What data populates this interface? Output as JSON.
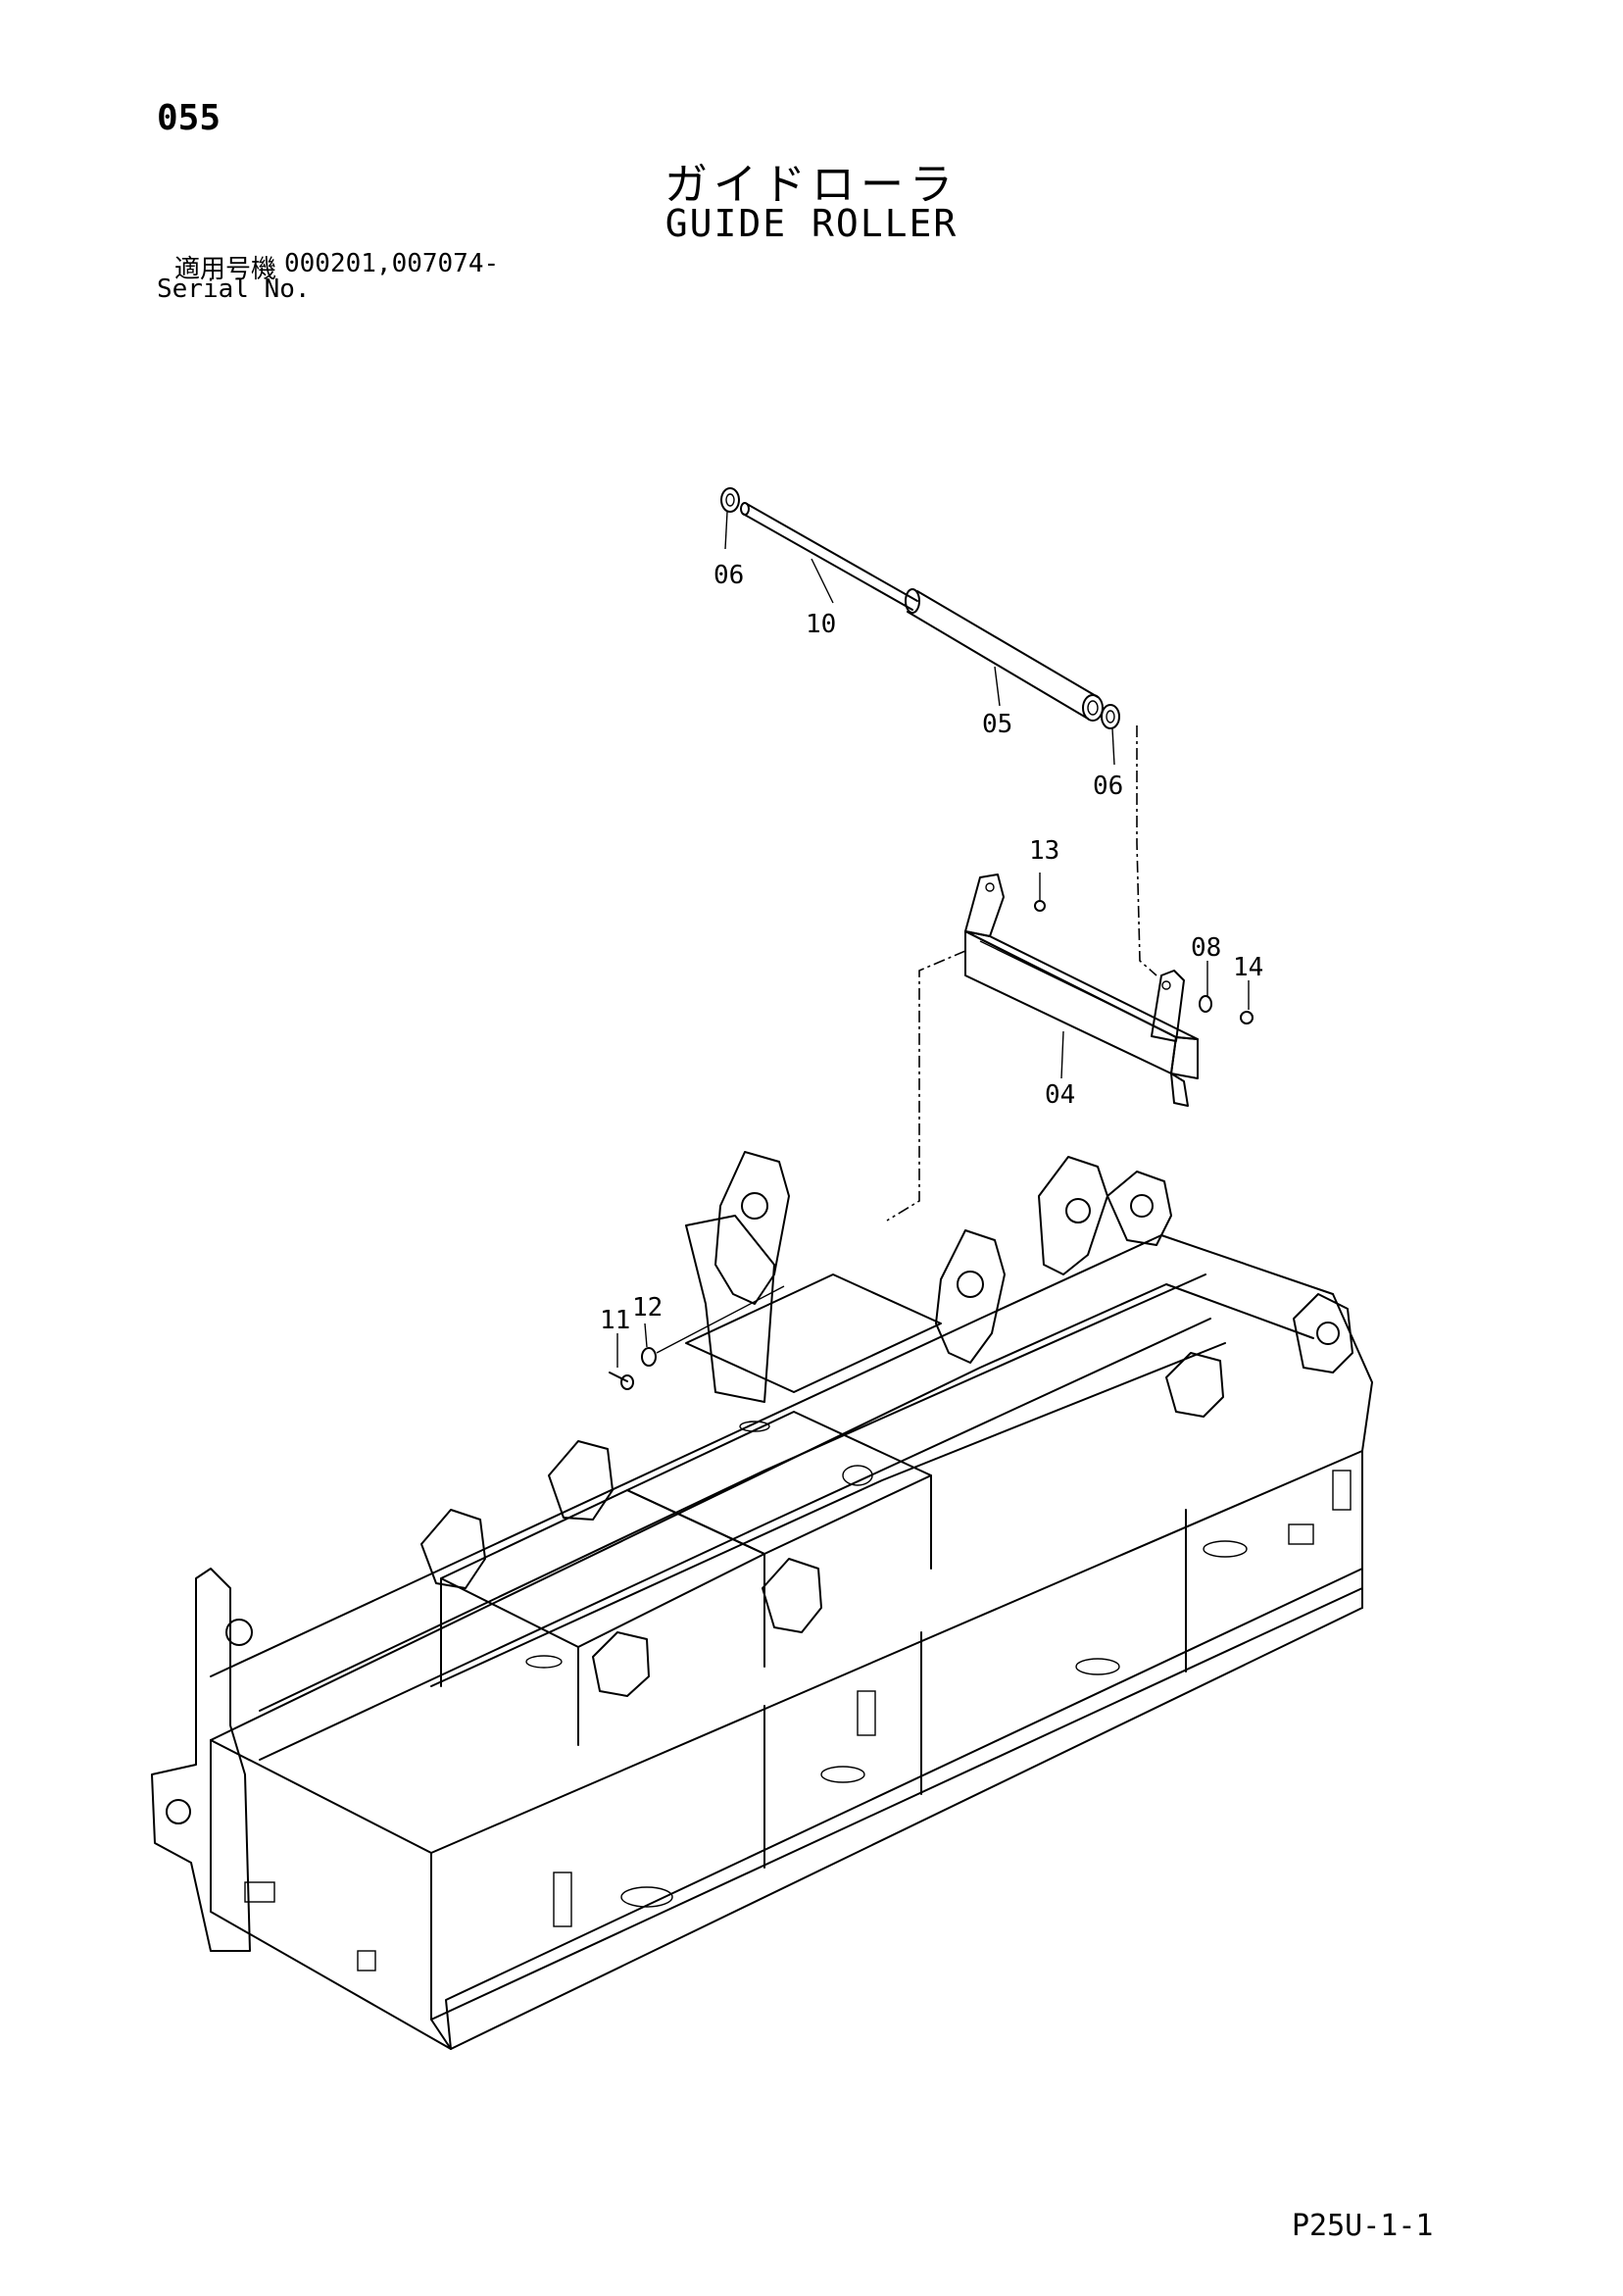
{
  "header": {
    "page_number": "055",
    "title_jp": "ガイドローラ",
    "title_en": "GUIDE ROLLER",
    "serial_label_jp": "適用号機",
    "serial_values": "000201,007074-",
    "serial_label_en": "Serial No."
  },
  "callouts": {
    "c06_top": "06",
    "c10": "10",
    "c05": "05",
    "c06_right": "06",
    "c13": "13",
    "c08": "08",
    "c14": "14",
    "c04": "04",
    "c11": "11",
    "c12": "12"
  },
  "footer": {
    "code": "P25U-1-1"
  }
}
